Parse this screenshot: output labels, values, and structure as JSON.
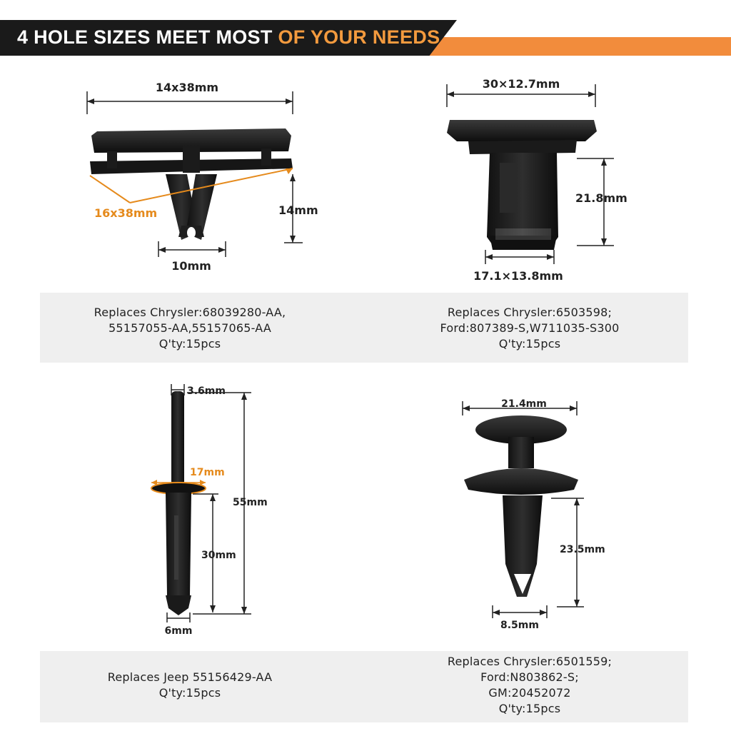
{
  "banner": {
    "title_main": "4 HOLE SIZES MEET MOST ",
    "title_accent": "OF YOUR NEEDS"
  },
  "colors": {
    "accent": "#f28c3c",
    "dark": "#1a1a1a",
    "panel": "#efefef"
  },
  "clips": [
    {
      "dims": {
        "width": "14x38mm",
        "inner": "16x38mm",
        "height": "14mm",
        "tip": "10mm"
      },
      "caption": [
        "Replaces Chrysler:68039280-AA,",
        "55157055-AA,55157065-AA",
        "Q'ty:15pcs"
      ]
    },
    {
      "dims": {
        "width": "30×12.7mm",
        "height": "21.8mm",
        "base": "17.1×13.8mm"
      },
      "caption": [
        "Replaces Chrysler:6503598;",
        "Ford:807389-S,W711035-S300",
        "Q'ty:15pcs"
      ]
    },
    {
      "dims": {
        "top": "3.6mm",
        "collar": "17mm",
        "length": "55mm",
        "shank": "30mm",
        "tip": "6mm"
      },
      "caption": [
        "Replaces Jeep 55156429-AA",
        "Q'ty:15pcs"
      ]
    },
    {
      "dims": {
        "head": "21.4mm",
        "shank": "23.5mm",
        "tip": "8.5mm"
      },
      "caption": [
        "Replaces Chrysler:6501559;",
        "Ford:N803862-S;",
        "GM:20452072",
        "Q'ty:15pcs"
      ]
    }
  ]
}
